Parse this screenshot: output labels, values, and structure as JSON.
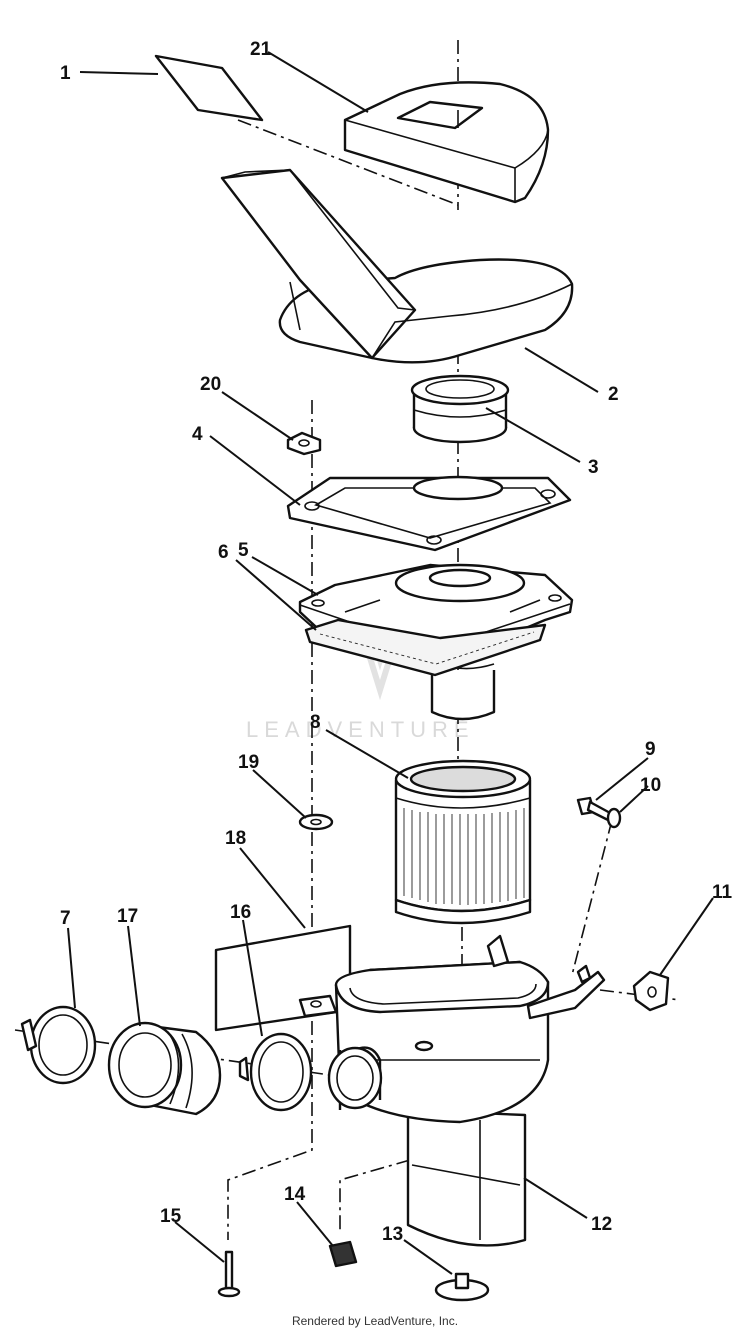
{
  "watermark": "LEADVENTURE",
  "footer": "Rendered by LeadVenture, Inc.",
  "callouts": {
    "c1": "1",
    "c2": "2",
    "c3": "3",
    "c4": "4",
    "c5": "5",
    "c6": "6",
    "c7": "7",
    "c8": "8",
    "c9": "9",
    "c10": "10",
    "c11": "11",
    "c12": "12",
    "c13": "13",
    "c14": "14",
    "c15": "15",
    "c16": "16",
    "c17": "17",
    "c18": "18",
    "c19": "19",
    "c20": "20",
    "c21": "21"
  }
}
